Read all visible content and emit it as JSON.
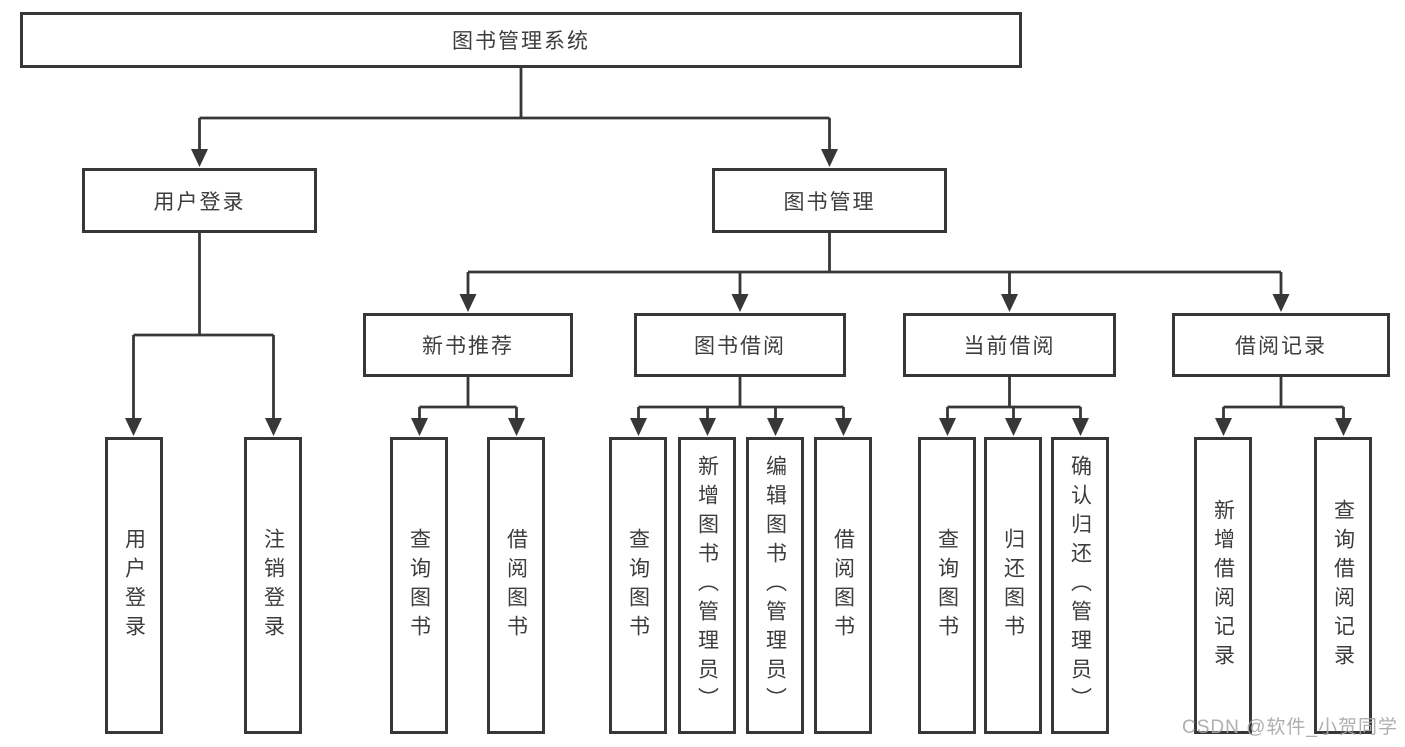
{
  "colors": {
    "line": "#373737",
    "node_border": "#373737",
    "node_text": "#3d3d3d",
    "background": "#ffffff",
    "watermark": "#a8a8a8"
  },
  "watermark": {
    "text": "CSDN @软件_小贺同学"
  },
  "tree": {
    "label": "图书管理系统",
    "children": [
      {
        "label": "用户登录",
        "children": [
          {
            "label": "用户登录"
          },
          {
            "label": "注销登录"
          }
        ]
      },
      {
        "label": "图书管理",
        "children": [
          {
            "label": "新书推荐",
            "children": [
              {
                "label": "查询图书"
              },
              {
                "label": "借阅图书"
              }
            ]
          },
          {
            "label": "图书借阅",
            "children": [
              {
                "label": "查询图书"
              },
              {
                "label": "新增图书（管理员）"
              },
              {
                "label": "编辑图书（管理员）"
              },
              {
                "label": "借阅图书"
              }
            ]
          },
          {
            "label": "当前借阅",
            "children": [
              {
                "label": "查询图书"
              },
              {
                "label": "归还图书"
              },
              {
                "label": "确认归还（管理员）"
              }
            ]
          },
          {
            "label": "借阅记录",
            "children": [
              {
                "label": "新增借阅记录"
              },
              {
                "label": "查询借阅记录"
              }
            ]
          }
        ]
      }
    ]
  }
}
